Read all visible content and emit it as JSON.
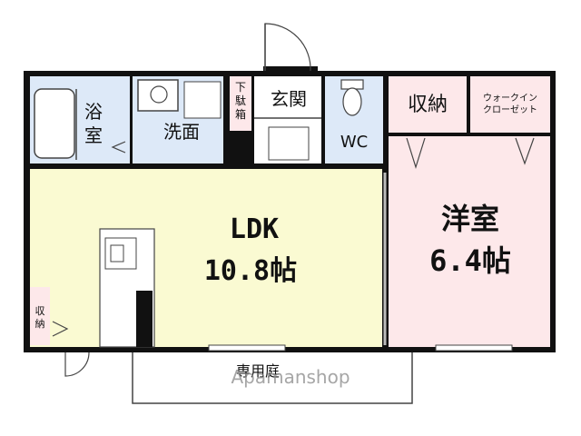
{
  "rooms": {
    "ldk": {
      "name": "LDK",
      "size": "10.8帖",
      "color": "#fafad2"
    },
    "western": {
      "name": "洋室",
      "size": "6.4帖",
      "color": "#fde8ea"
    },
    "bath": {
      "name_line1": "浴",
      "name_line2": "室",
      "color": "#dde9f8"
    },
    "washroom": {
      "name": "洗面",
      "color": "#dde9f8"
    },
    "entrance": {
      "name": "玄関"
    },
    "shoe_box": {
      "chars": [
        "下",
        "駄",
        "箱"
      ],
      "color": "#fde8ea"
    },
    "toilet": {
      "name": "WC",
      "color": "#dde9f8"
    },
    "storage": {
      "name": "収納",
      "color": "#fde8ea"
    },
    "walk_in": {
      "line1": "ウォークイン",
      "line2": "クローゼット",
      "color": "#fde8ea"
    },
    "small_storage": {
      "chars": [
        "収",
        "納"
      ],
      "color": "#fde8ea"
    },
    "garden": {
      "name": "専用庭"
    }
  },
  "watermark": "Apamanshop",
  "colors": {
    "wall": "#111111",
    "line": "#444444"
  }
}
